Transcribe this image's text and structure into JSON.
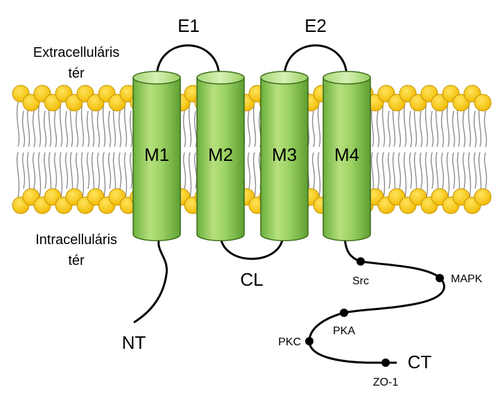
{
  "diagram": {
    "regions": {
      "extracellular": [
        "Extracelluláris",
        "tér"
      ],
      "intracellular": [
        "Intracelluláris",
        "tér"
      ]
    },
    "helices": [
      {
        "label": "M1"
      },
      {
        "label": "M2"
      },
      {
        "label": "M3"
      },
      {
        "label": "M4"
      }
    ],
    "loops": {
      "e1": "E1",
      "e2": "E2",
      "cl": "CL"
    },
    "termini": {
      "n": "NT",
      "c": "CT"
    },
    "sites": {
      "src": "Src",
      "mapk": "MAPK",
      "pka": "PKA",
      "pkc": "PKC",
      "zo1": "ZO-1"
    },
    "colors": {
      "lipid_head": "#F5C400",
      "lipid_head_stroke": "#C29400",
      "lipid_tail": "#8C8C8C",
      "helix_light": "#CDEBA5",
      "helix_mid": "#8ACB53",
      "helix_dark": "#5FA032",
      "helix_stroke": "#3F6F1F",
      "line": "#000000"
    }
  }
}
